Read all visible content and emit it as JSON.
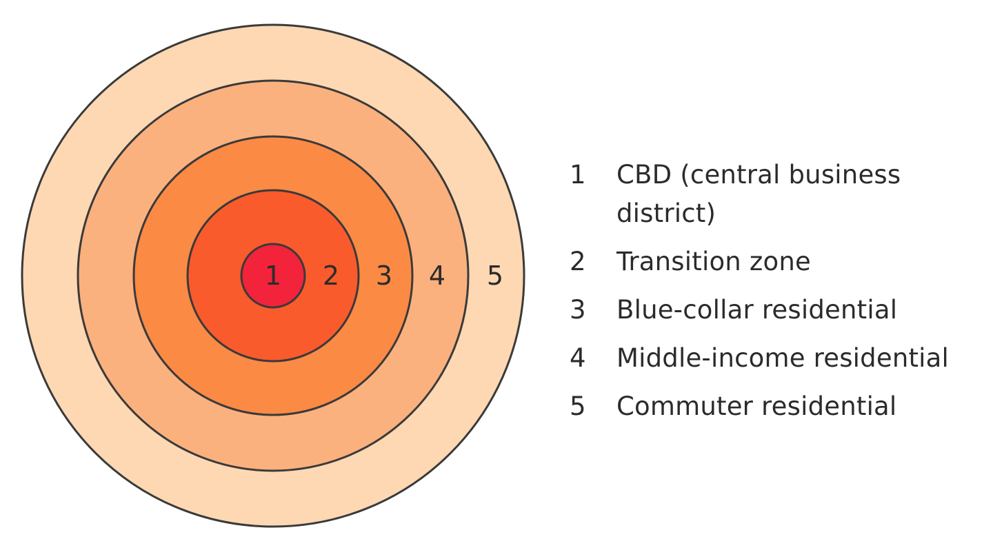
{
  "zones": [
    {
      "number": "1",
      "label": "CBD (central business district)",
      "color": "#F2233A"
    },
    {
      "number": "2",
      "label": "Transition zone",
      "color": "#F95B2C"
    },
    {
      "number": "3",
      "label": "Blue-collar residential",
      "color": "#FB8A45"
    },
    {
      "number": "4",
      "label": "Middle-income residential",
      "color": "#FBB17E"
    },
    {
      "number": "5",
      "label": "Commuter residential",
      "color": "#FDD8B3"
    }
  ],
  "stroke_color": "#3a3a3a"
}
